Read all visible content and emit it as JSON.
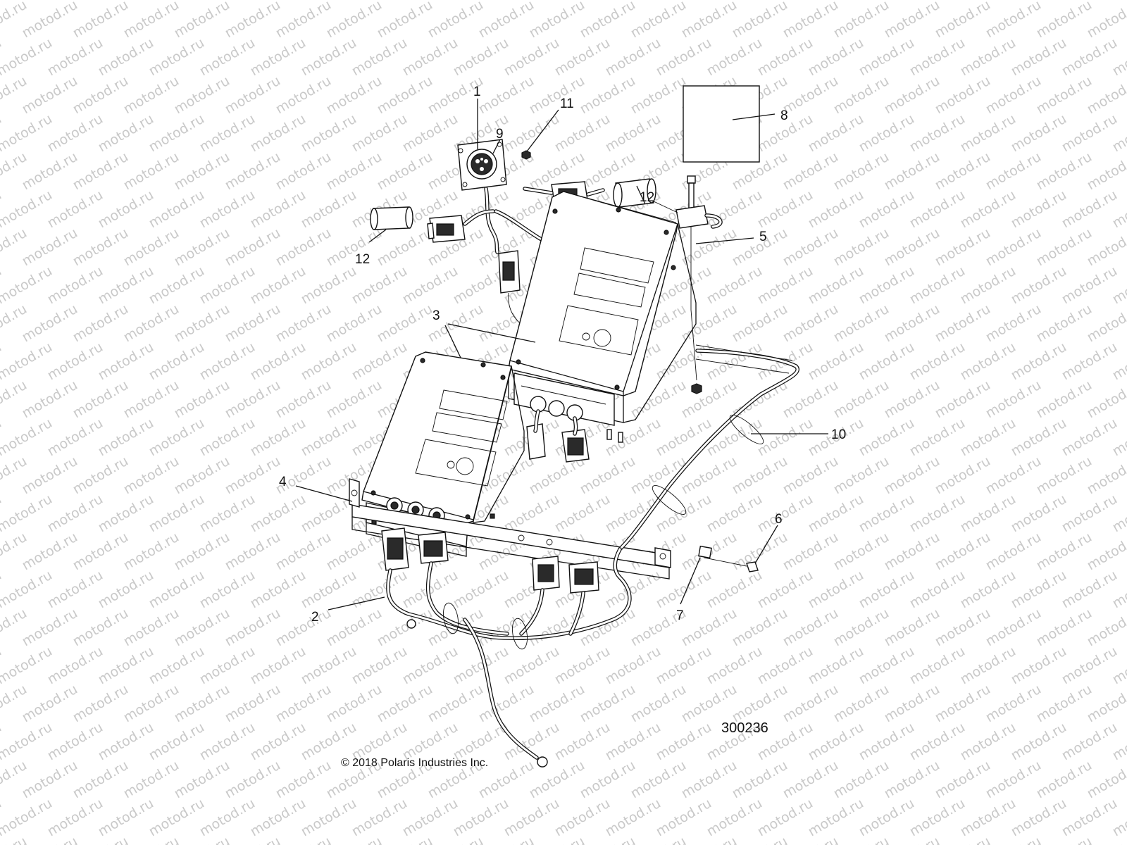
{
  "watermark": {
    "text": "motod.ru"
  },
  "callouts": [
    {
      "id": "1",
      "label": "1"
    },
    {
      "id": "2",
      "label": "2"
    },
    {
      "id": "3",
      "label": "3"
    },
    {
      "id": "4",
      "label": "4"
    },
    {
      "id": "5",
      "label": "5"
    },
    {
      "id": "6",
      "label": "6"
    },
    {
      "id": "7",
      "label": "7"
    },
    {
      "id": "8",
      "label": "8"
    },
    {
      "id": "9",
      "label": "9"
    },
    {
      "id": "10",
      "label": "10"
    },
    {
      "id": "11",
      "label": "11"
    },
    {
      "id": "12a",
      "label": "12"
    },
    {
      "id": "12b",
      "label": "12"
    }
  ],
  "diagram_number": "300236",
  "copyright": "© 2018 Polaris Industries Inc."
}
